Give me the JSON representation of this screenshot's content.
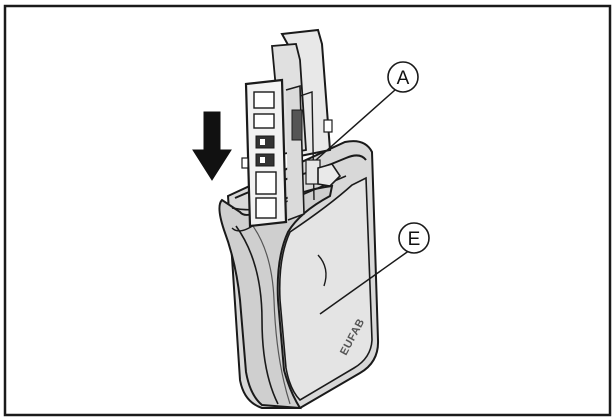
{
  "callouts": [
    {
      "id": "A",
      "label": "A"
    },
    {
      "id": "E",
      "label": "E"
    }
  ],
  "brand": {
    "text": "EUFAB"
  },
  "colors": {
    "border": "#1a1a1a",
    "line": "#1a1a1a",
    "body_fill": "#dcdcdc",
    "body_shade": "#bdbdbd",
    "connector_fill": "#efefef",
    "arrow": "#111111"
  },
  "icons": {
    "arrow": "arrow-down-icon"
  }
}
